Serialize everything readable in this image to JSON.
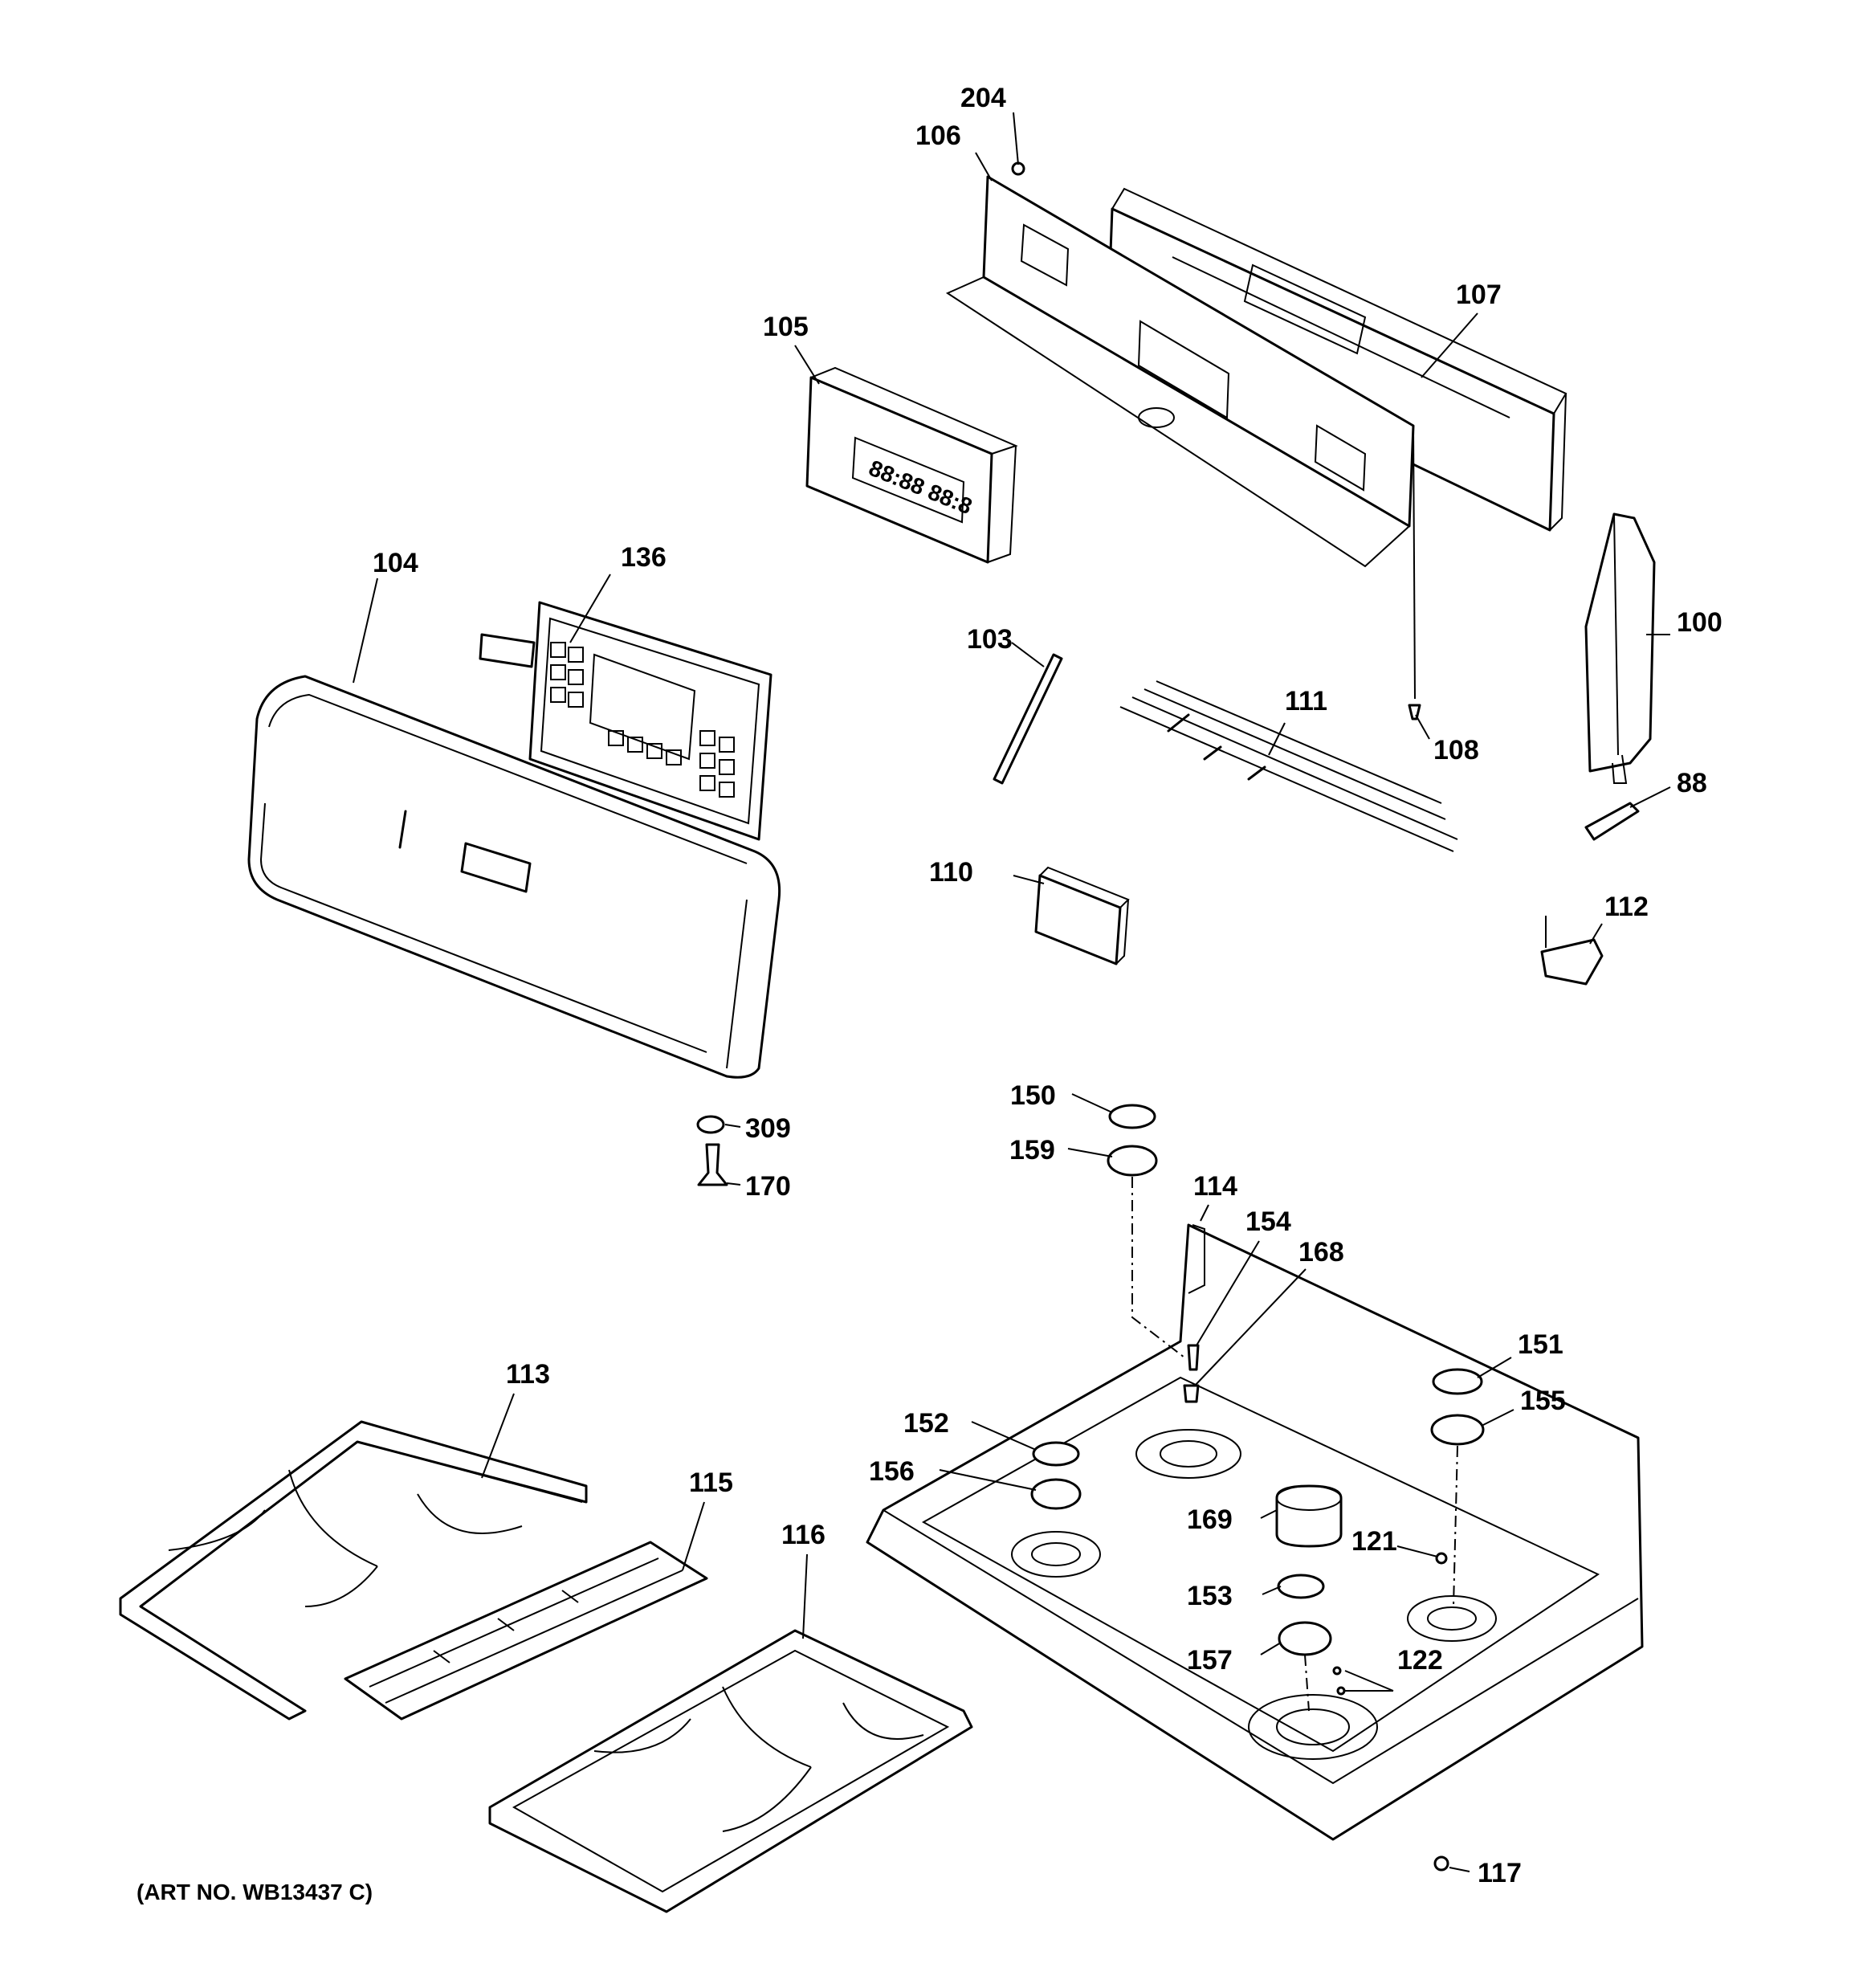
{
  "caption": "(ART NO. WB13437 C)",
  "callouts": {
    "p88": "88",
    "p100": "100",
    "p103": "103",
    "p104": "104",
    "p105": "105",
    "p106": "106",
    "p107": "107",
    "p108": "108",
    "p110": "110",
    "p111": "111",
    "p112": "112",
    "p113": "113",
    "p114": "114",
    "p115": "115",
    "p116": "116",
    "p117": "117",
    "p121": "121",
    "p122": "122",
    "p136": "136",
    "p150": "150",
    "p151": "151",
    "p152": "152",
    "p153": "153",
    "p154": "154",
    "p155": "155",
    "p156": "156",
    "p157": "157",
    "p159": "159",
    "p168": "168",
    "p169": "169",
    "p170": "170",
    "p204": "204",
    "p309": "309"
  }
}
